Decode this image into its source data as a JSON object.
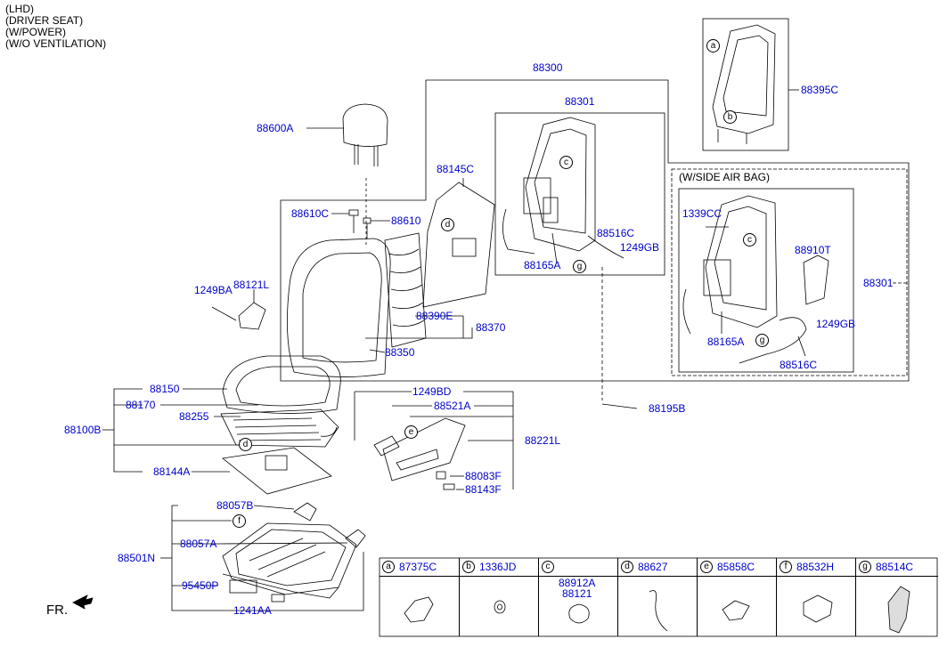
{
  "header_lines": [
    "(LHD)",
    "(DRIVER SEAT)",
    "(W/POWER)",
    "(W/O VENTILATION)"
  ],
  "side_airbag_title": "(W/SIDE AIR BAG)",
  "fr_label": "FR.",
  "parts": {
    "p88300": "88300",
    "p88301_top": "88301",
    "p88301_right": "88301",
    "p88395C": "88395C",
    "p88600A": "88600A",
    "p88145C": "88145C",
    "p88610C": "88610C",
    "p88610": "88610",
    "p88516C_top": "88516C",
    "p1249GB_top": "1249GB",
    "p88165A_top": "88165A",
    "p1339CC": "1339CC",
    "p88910T": "88910T",
    "p1249GB_right": "1249GB",
    "p88165A_right": "88165A",
    "p88516C_right": "88516C",
    "p1249BA": "1249BA",
    "p88121L": "88121L",
    "p88390E": "88390E",
    "p88370": "88370",
    "p88350": "88350",
    "p88150": "88150",
    "p88170": "88170",
    "p88255": "88255",
    "p88100B": "88100B",
    "p88144A": "88144A",
    "p1249BD": "1249BD",
    "p88521A": "88521A",
    "p88221L": "88221L",
    "p88083F": "88083F",
    "p88143F": "88143F",
    "p88195B": "88195B",
    "p88057B": "88057B",
    "p88057A": "88057A",
    "p88501N": "88501N",
    "p95450P": "95450P",
    "p1241AA": "1241AA"
  },
  "callouts": {
    "a": "a",
    "b": "b",
    "c": "c",
    "d": "d",
    "e": "e",
    "f": "f",
    "g": "g"
  },
  "legend": [
    {
      "letter": "a",
      "code": "87375C",
      "sub": ""
    },
    {
      "letter": "b",
      "code": "1336JD",
      "sub": ""
    },
    {
      "letter": "c",
      "code": "88912A",
      "sub": "88121"
    },
    {
      "letter": "d",
      "code": "88627",
      "sub": ""
    },
    {
      "letter": "e",
      "code": "85858C",
      "sub": ""
    },
    {
      "letter": "f",
      "code": "88532H",
      "sub": ""
    },
    {
      "letter": "g",
      "code": "88514C",
      "sub": ""
    }
  ]
}
